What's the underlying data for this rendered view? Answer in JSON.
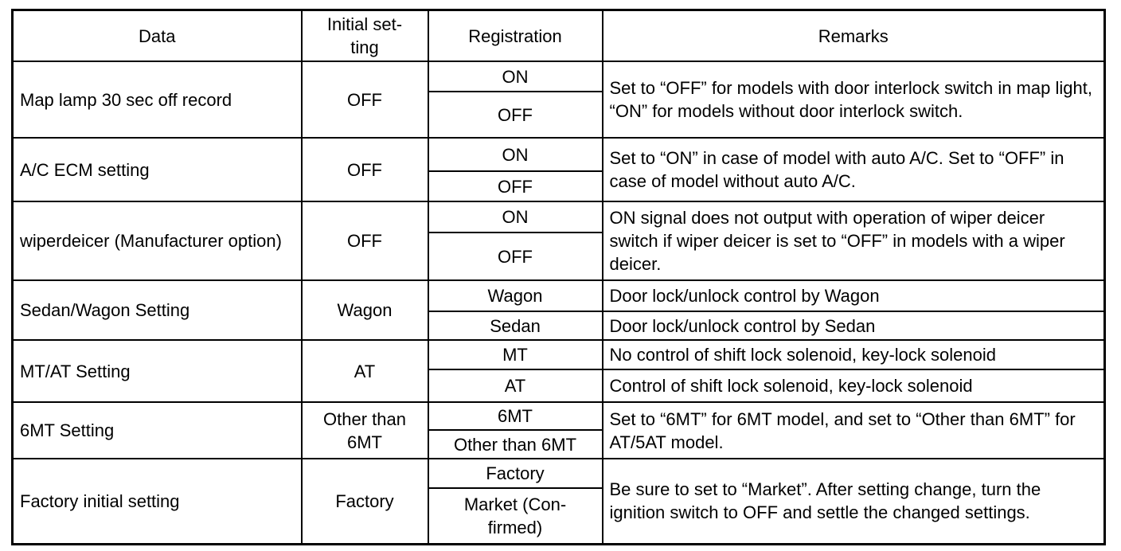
{
  "document": {
    "type": "service-manual-settings-table",
    "colors": {
      "border": "#000000",
      "background": "#ffffff",
      "text": "#000000"
    }
  },
  "table": {
    "headers": [
      "Data",
      "Initial set-\nting",
      "Registration",
      "Remarks"
    ],
    "rows": [
      {
        "data": "Map lamp 30 sec off record",
        "initial": "OFF",
        "registration": [
          "ON",
          "OFF"
        ],
        "remarks": [
          "Set to “OFF” for models with door interlock switch in map light, “ON” for models without door interlock switch."
        ]
      },
      {
        "data": "A/C ECM setting",
        "initial": "OFF",
        "registration": [
          "ON",
          "OFF"
        ],
        "remarks": [
          "Set to “ON” in case of model with auto A/C. Set to “OFF” in case of model without auto A/C."
        ]
      },
      {
        "data": "wiperdeicer (Manufacturer option)",
        "initial": "OFF",
        "registration": [
          "ON",
          "OFF"
        ],
        "remarks": [
          "ON signal does not output with operation of wiper deicer switch if wiper deicer is set to “OFF” in models with a wiper deicer."
        ]
      },
      {
        "data": "Sedan/Wagon Setting",
        "initial": "Wagon",
        "registration": [
          "Wagon",
          "Sedan"
        ],
        "remarks": [
          "Door lock/unlock control by Wagon",
          "Door lock/unlock control by Sedan"
        ]
      },
      {
        "data": "MT/AT Setting",
        "initial": "AT",
        "registration": [
          "MT",
          "AT"
        ],
        "remarks": [
          "No control of shift lock solenoid, key-lock solenoid",
          "Control of shift lock solenoid, key-lock solenoid"
        ]
      },
      {
        "data": "6MT Setting",
        "initial": "Other than\n6MT",
        "registration": [
          "6MT",
          "Other than 6MT"
        ],
        "remarks": [
          "Set to “6MT” for 6MT model, and set to “Other than 6MT” for AT/5AT model."
        ]
      },
      {
        "data": "Factory initial setting",
        "initial": "Factory",
        "registration": [
          "Factory",
          "Market (Con-\nfirmed)"
        ],
        "remarks": [
          "Be sure to set to “Market”. After setting change, turn the ignition switch to OFF and settle the changed set­tings."
        ]
      }
    ]
  }
}
